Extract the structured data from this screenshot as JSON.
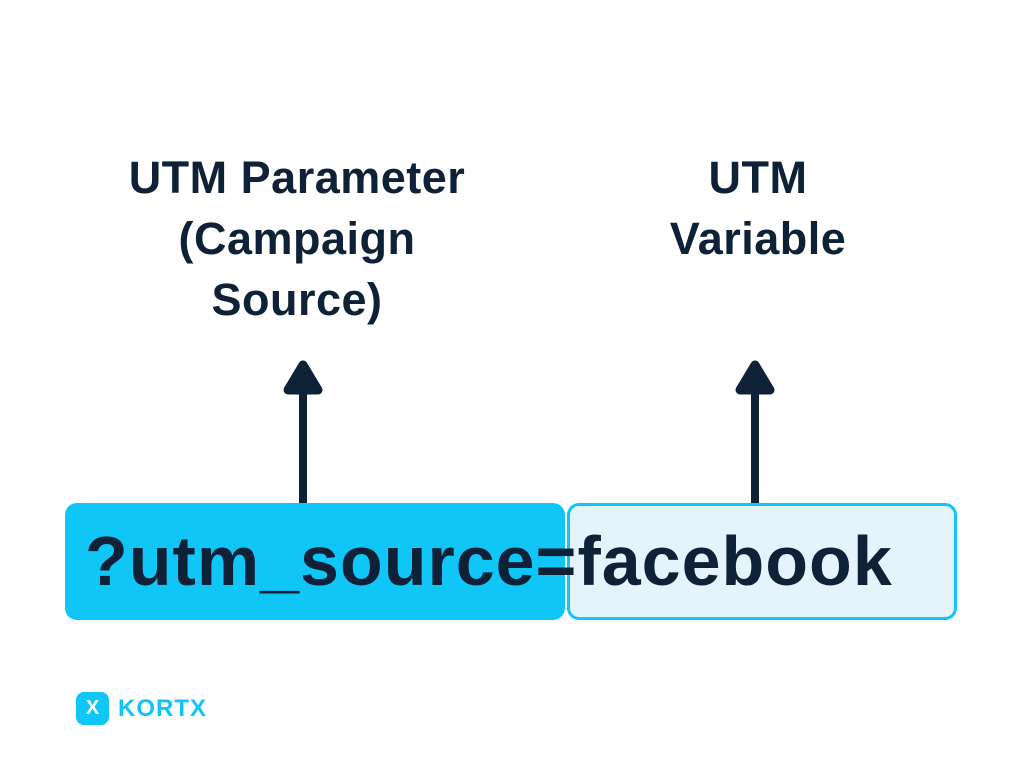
{
  "colors": {
    "background": "#ffffff",
    "navy": "#0e2137",
    "cyan": "#0fc6f7",
    "light_blue_fill": "#e4f3fc"
  },
  "headings": {
    "parameter": {
      "lines": [
        "UTM Parameter",
        "(Campaign",
        "Source)"
      ]
    },
    "variable": {
      "lines": [
        "UTM",
        "Variable"
      ]
    }
  },
  "url": {
    "parameter_part": "?utm_source=",
    "variable_part": "facebook"
  },
  "logo": {
    "icon_letter": "X",
    "brand": "KORTX"
  }
}
